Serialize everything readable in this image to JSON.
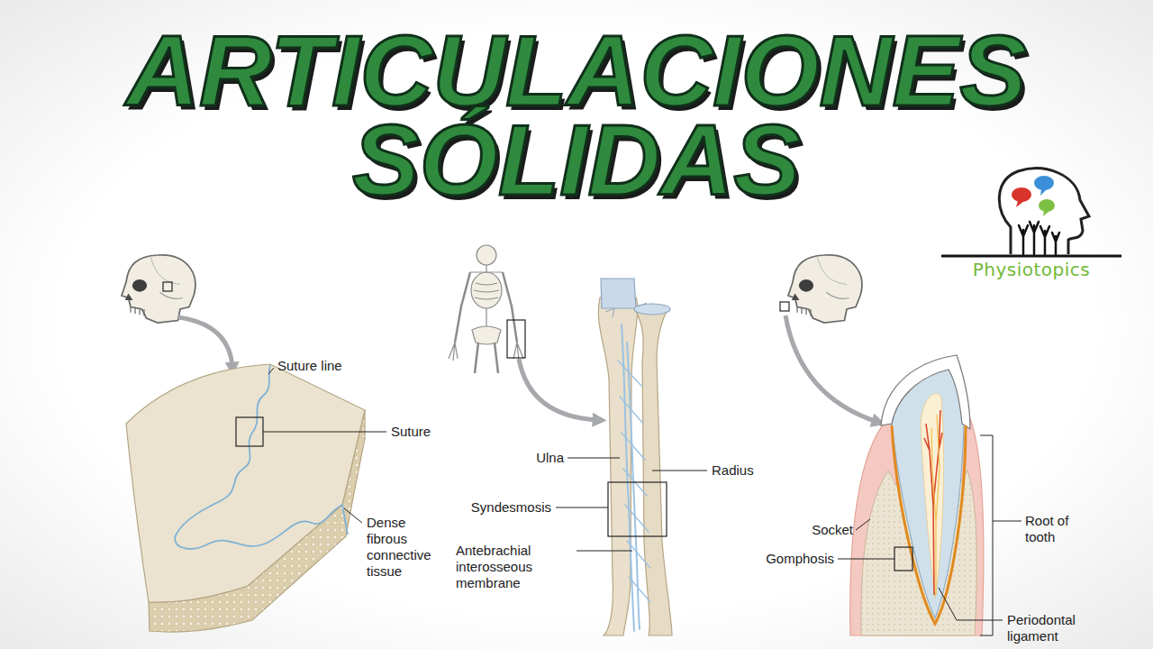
{
  "diagram": {
    "title": "ARTICULACIONES SÓLIDAS",
    "labels": [
      "Suture line",
      "Suture",
      "Dense fibrous connective tissue",
      "Ulna",
      "Radius",
      "Syndesmosis",
      "Antebrachial interosseous membrane",
      "Socket",
      "Gomphosis",
      "Root of tooth",
      "Periodontal ligament",
      "Physiotopics"
    ]
  }
}
